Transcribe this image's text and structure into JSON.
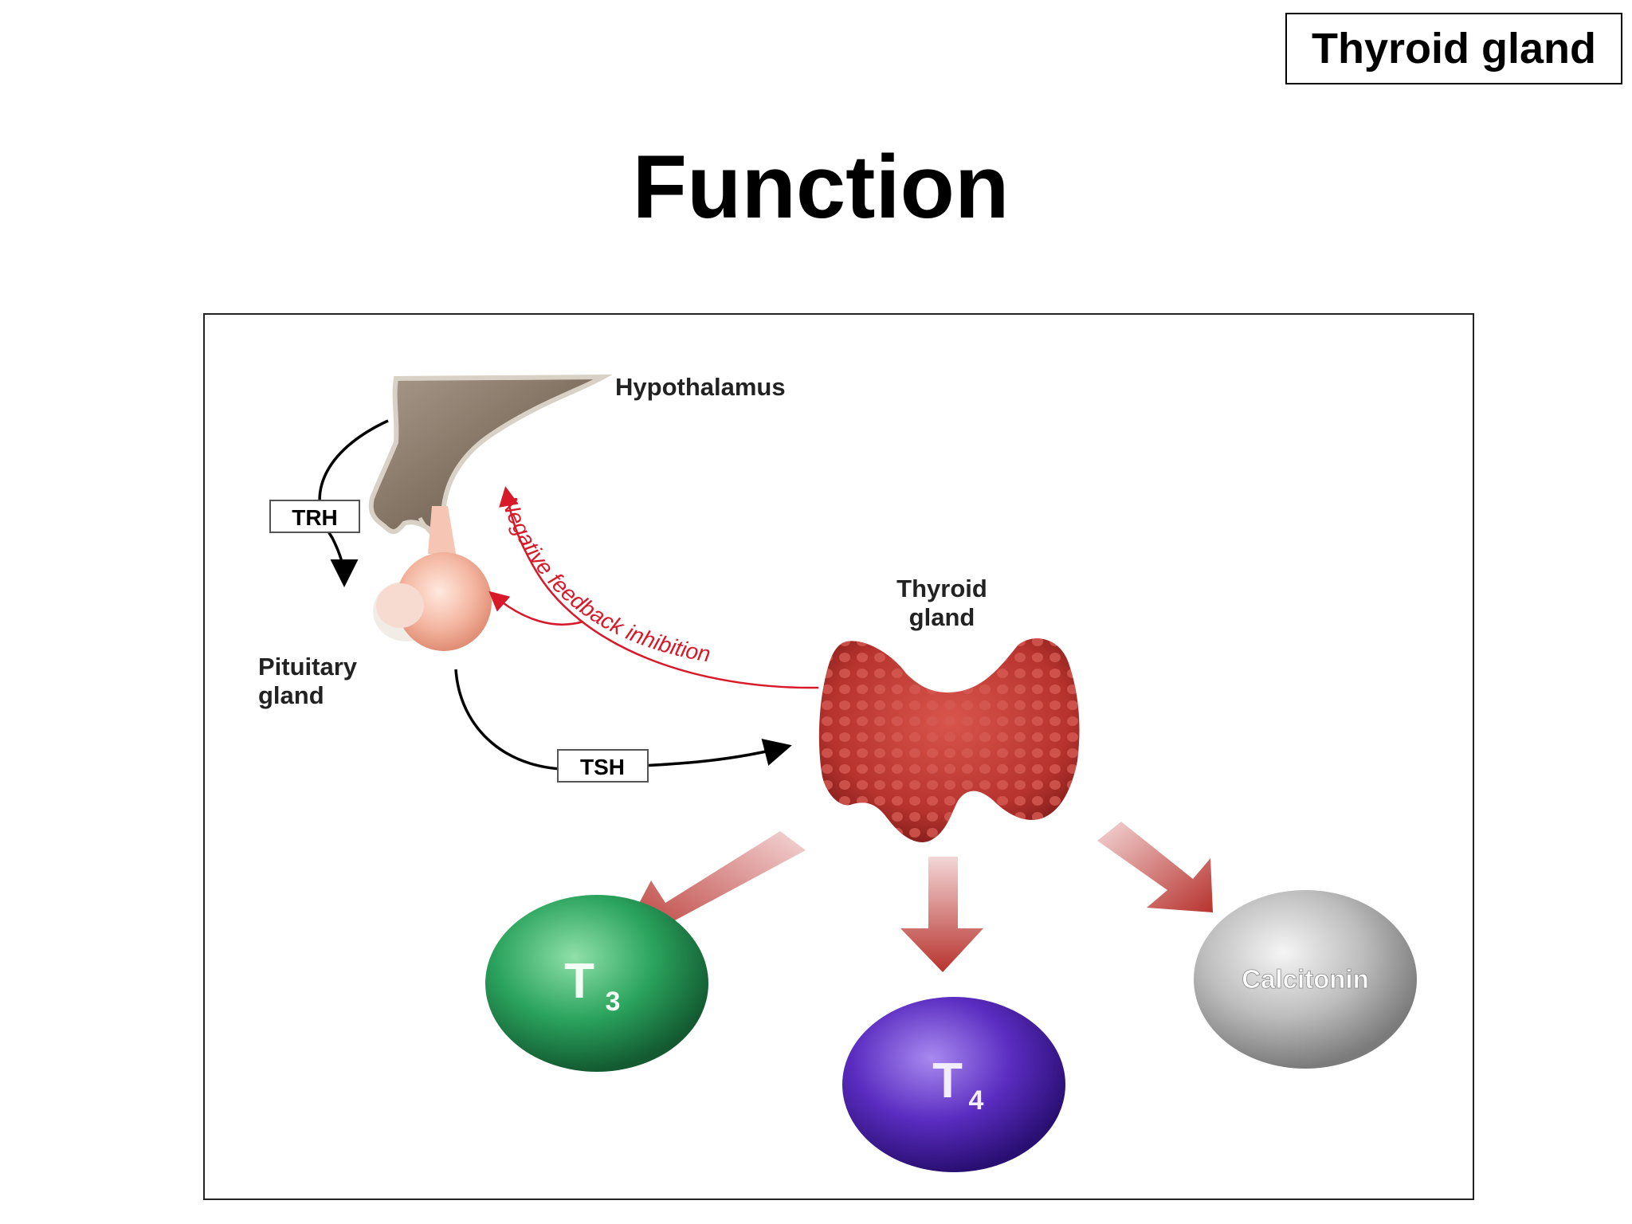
{
  "header": {
    "tag": "Thyroid gland",
    "title": "Function"
  },
  "diagram": {
    "hypothalamus": "Hypothalamus",
    "pituitary": [
      "Pituitary",
      "gland"
    ],
    "thyroid": [
      "Thyroid",
      "gland"
    ],
    "trh": "TRH",
    "tsh": "TSH",
    "feedback": "Negative feedback inhibition",
    "hormones": {
      "t3": {
        "letter": "T",
        "sub": "3"
      },
      "t4": {
        "letter": "T",
        "sub": "4"
      },
      "calcitonin": "Calcitonin"
    },
    "colors": {
      "feedback": "#d7192a",
      "thyroid": "#b7332e",
      "t3": "#2aa35d",
      "t4": "#5a2cc0",
      "calcitonin": "#b9b9b9",
      "hypothalamus": "#7a6a58",
      "pituitary": "#f4b7a2"
    }
  }
}
